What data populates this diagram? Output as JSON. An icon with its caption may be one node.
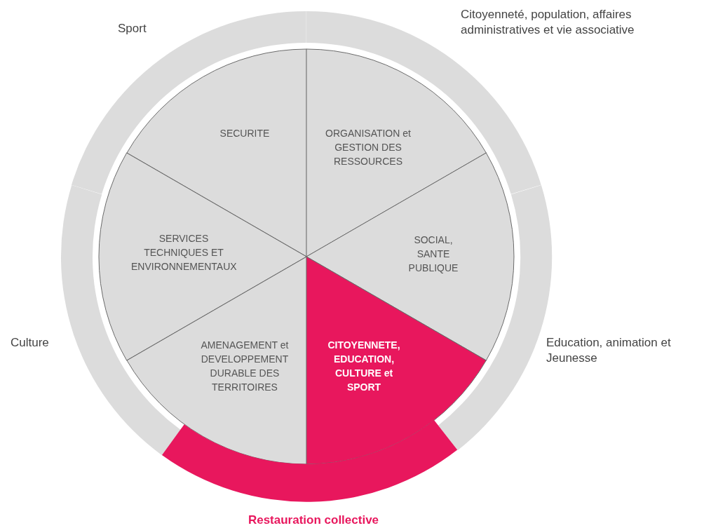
{
  "diagram": {
    "nodes": [
      {
        "text": [
          "Sport"
        ]
      },
      {
        "text": [
          "Citoyenneté, population, affaires administratives et vie associative"
        ]
      },
      {
        "text": [
          "SECURITE"
        ]
      },
      {
        "text": [
          "ORGANISATION et GESTION DES RESSOURCES"
        ]
      },
      {
        "text": [
          "SERVICES TECHNIQUES ET ENVIRONNEMENTAUX"
        ]
      },
      {
        "text": [
          "SOCIAL, SANTE PUBLIQUE"
        ]
      },
      {
        "text": [
          "Culture"
        ]
      },
      {
        "text": [
          "AMENAGEMENT et DEVELOPPEMENT DURABLE DES TERRITOIRES"
        ]
      },
      {
        "text": [
          "CITOYENNETE, EDUCATION, CULTURE et SPORT"
        ]
      },
      {
        "text": [
          "Education, animation et Jeunesse"
        ]
      },
      {
        "text": [
          "Restauration collective"
        ]
      }
    ]
  }
}
